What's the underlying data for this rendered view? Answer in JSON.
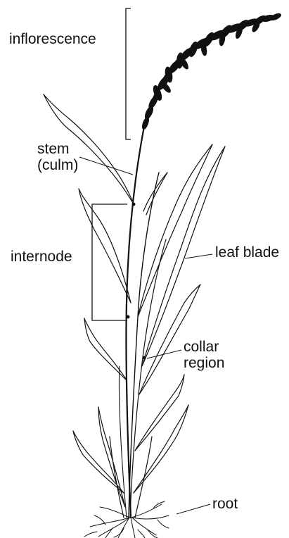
{
  "labels": {
    "inflorescence": "inflorescence",
    "stem_line1": "stem",
    "stem_line2": "(culm)",
    "internode": "internode",
    "leaf_blade": "leaf blade",
    "collar_line1": "collar",
    "collar_line2": "region",
    "root": "root"
  },
  "colors": {
    "ink": "#111111",
    "background": "#ffffff"
  }
}
